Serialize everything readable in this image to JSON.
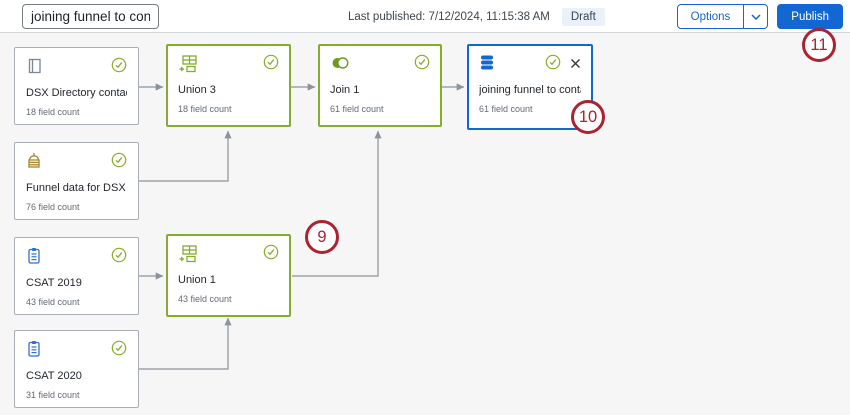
{
  "toolbar": {
    "title_value": "joining funnel to cont...",
    "last_published": "Last published: 7/12/2024, 11:15:38 AM",
    "draft_badge": "Draft",
    "options_label": "Options",
    "publish_label": "Publish"
  },
  "colors": {
    "accent_blue": "#1267d2",
    "valid_green": "#84ad28",
    "annotation_red": "#ab2330",
    "connector_gray": "#8d939a",
    "canvas_bg": "#f6f6f7"
  },
  "nodes": [
    {
      "title": "DSX Directory contacts",
      "subtitle": "18 field count",
      "icon": "directory-icon",
      "state": "default"
    },
    {
      "title": "Union 3",
      "subtitle": "18 field count",
      "icon": "union-icon",
      "state": "valid"
    },
    {
      "title": "Join 1",
      "subtitle": "61 field count",
      "icon": "join-icon",
      "state": "valid"
    },
    {
      "title": "joining funnel to conta...",
      "subtitle": "61 field count",
      "icon": "dataset-icon",
      "state": "selected"
    },
    {
      "title": "Funnel data for DSX ...",
      "subtitle": "76 field count",
      "icon": "imported-data-icon",
      "state": "default"
    },
    {
      "title": "CSAT 2019",
      "subtitle": "43 field count",
      "icon": "survey-icon",
      "state": "default"
    },
    {
      "title": "Union 1",
      "subtitle": "43 field count",
      "icon": "union-icon",
      "state": "valid"
    },
    {
      "title": "CSAT 2020",
      "subtitle": "31 field count",
      "icon": "survey-icon",
      "state": "default"
    }
  ],
  "edges": [
    {
      "from": "DSX Directory contacts",
      "to": "Union 3"
    },
    {
      "from": "Funnel data for DSX ...",
      "to": "Union 3"
    },
    {
      "from": "Union 3",
      "to": "Join 1"
    },
    {
      "from": "Union 1",
      "to": "Join 1"
    },
    {
      "from": "Join 1",
      "to": "joining funnel to conta..."
    },
    {
      "from": "CSAT 2019",
      "to": "Union 1"
    },
    {
      "from": "CSAT 2020",
      "to": "Union 1"
    }
  ],
  "annotations": [
    {
      "label": "9"
    },
    {
      "label": "10"
    },
    {
      "label": "11"
    }
  ]
}
